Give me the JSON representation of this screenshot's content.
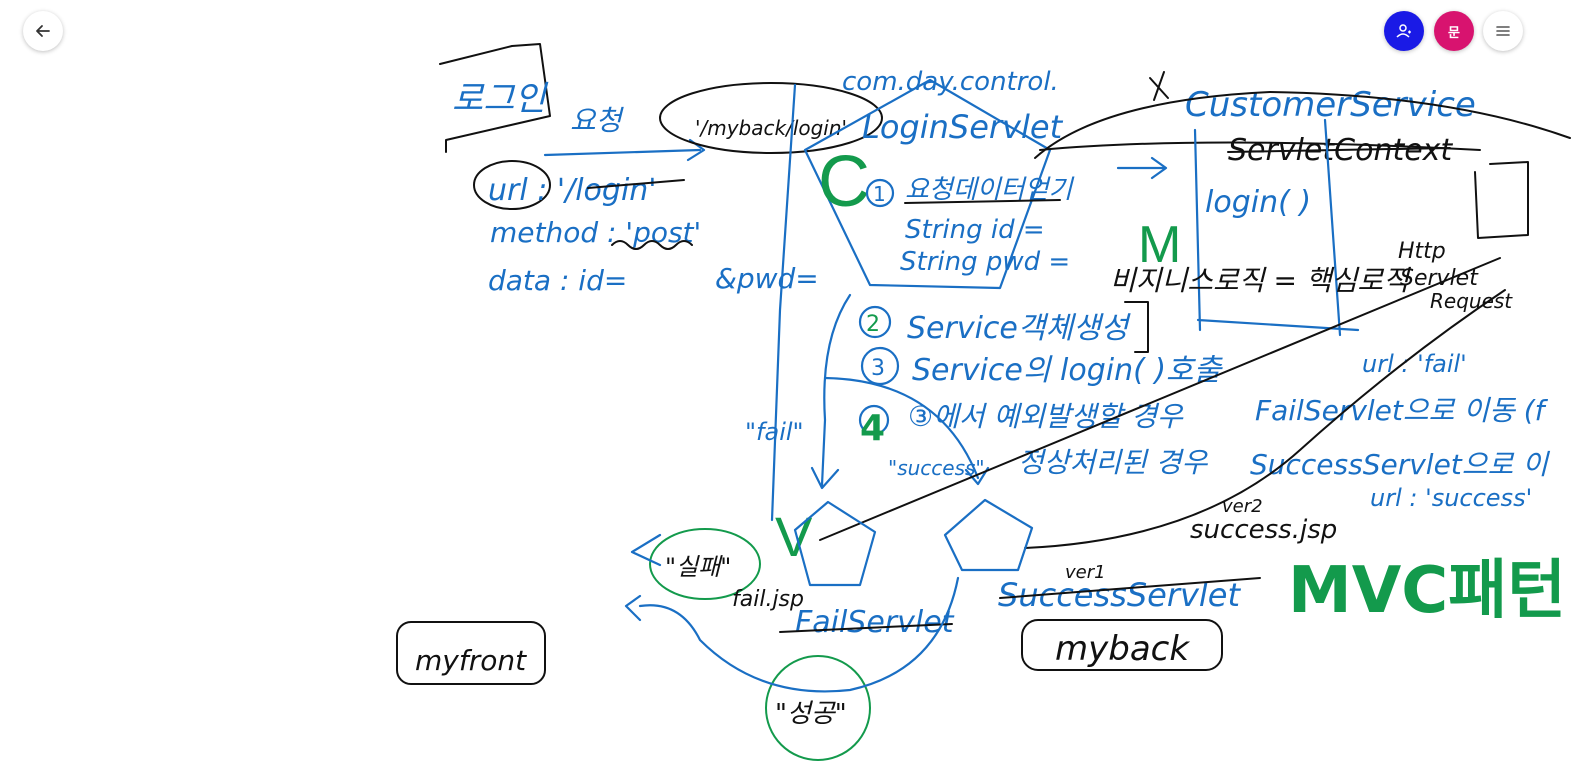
{
  "toolbar": {
    "back_icon": "arrow-left-icon",
    "menu_icon": "hamburger-menu-icon",
    "avatars": [
      {
        "label": "",
        "icon": "person-add-icon",
        "color": "#1a1ae6"
      },
      {
        "label": "문",
        "icon": "",
        "color": "#d8136f"
      }
    ]
  },
  "notes": {
    "login_box": "로그인",
    "request_label": "요청",
    "url_line": "url : '/login'",
    "method_line": "method : 'post'",
    "data_line": "data : id=",
    "pwd_line": "&pwd=",
    "myback_login": "'/myback/login'",
    "package": "com.day.control.",
    "login_servlet": "LoginServlet",
    "c_letter": "C",
    "step1": "요청데이터얻기",
    "step1_num": "1",
    "string_id": "String id =",
    "string_pwd": "String pwd =",
    "step2": "Service객체생성",
    "step2_num": "2",
    "step3": "Service의 login(   )호출",
    "step3_num": "3",
    "step4": "③에서 예외발생할 경우",
    "step4_num": "4",
    "fail_servlet_move": "FailServlet으로 이동 (f",
    "normal_case": "정상처리된 경우",
    "success_servlet_move": "SuccessServlet으로 이",
    "fail_quote": "\"fail\"",
    "success_quote": "\"success\"",
    "url_fail": "url : 'fail'",
    "url_success": "url : 'success'",
    "customer_service": "CustomerService",
    "servlet_context": "ServletContext",
    "login_method": "login(        )",
    "m_letter": "M",
    "business_logic": "비지니스로직 = 핵심로직",
    "http_servlet_request": "Http Servlet request",
    "v_letter": "V",
    "fail_korean": "\"실패\"",
    "success_korean": "\"성공\"",
    "fail_jsp": "fail.jsp",
    "fail_servlet": "FailServlet",
    "success_servlet": "SuccessServlet",
    "ver1": "ver1",
    "ver2": "ver2",
    "success_jsp": "success.jsp",
    "myfront": "myfront",
    "myback": "myback",
    "mvc_pattern": "MVC패턴"
  }
}
